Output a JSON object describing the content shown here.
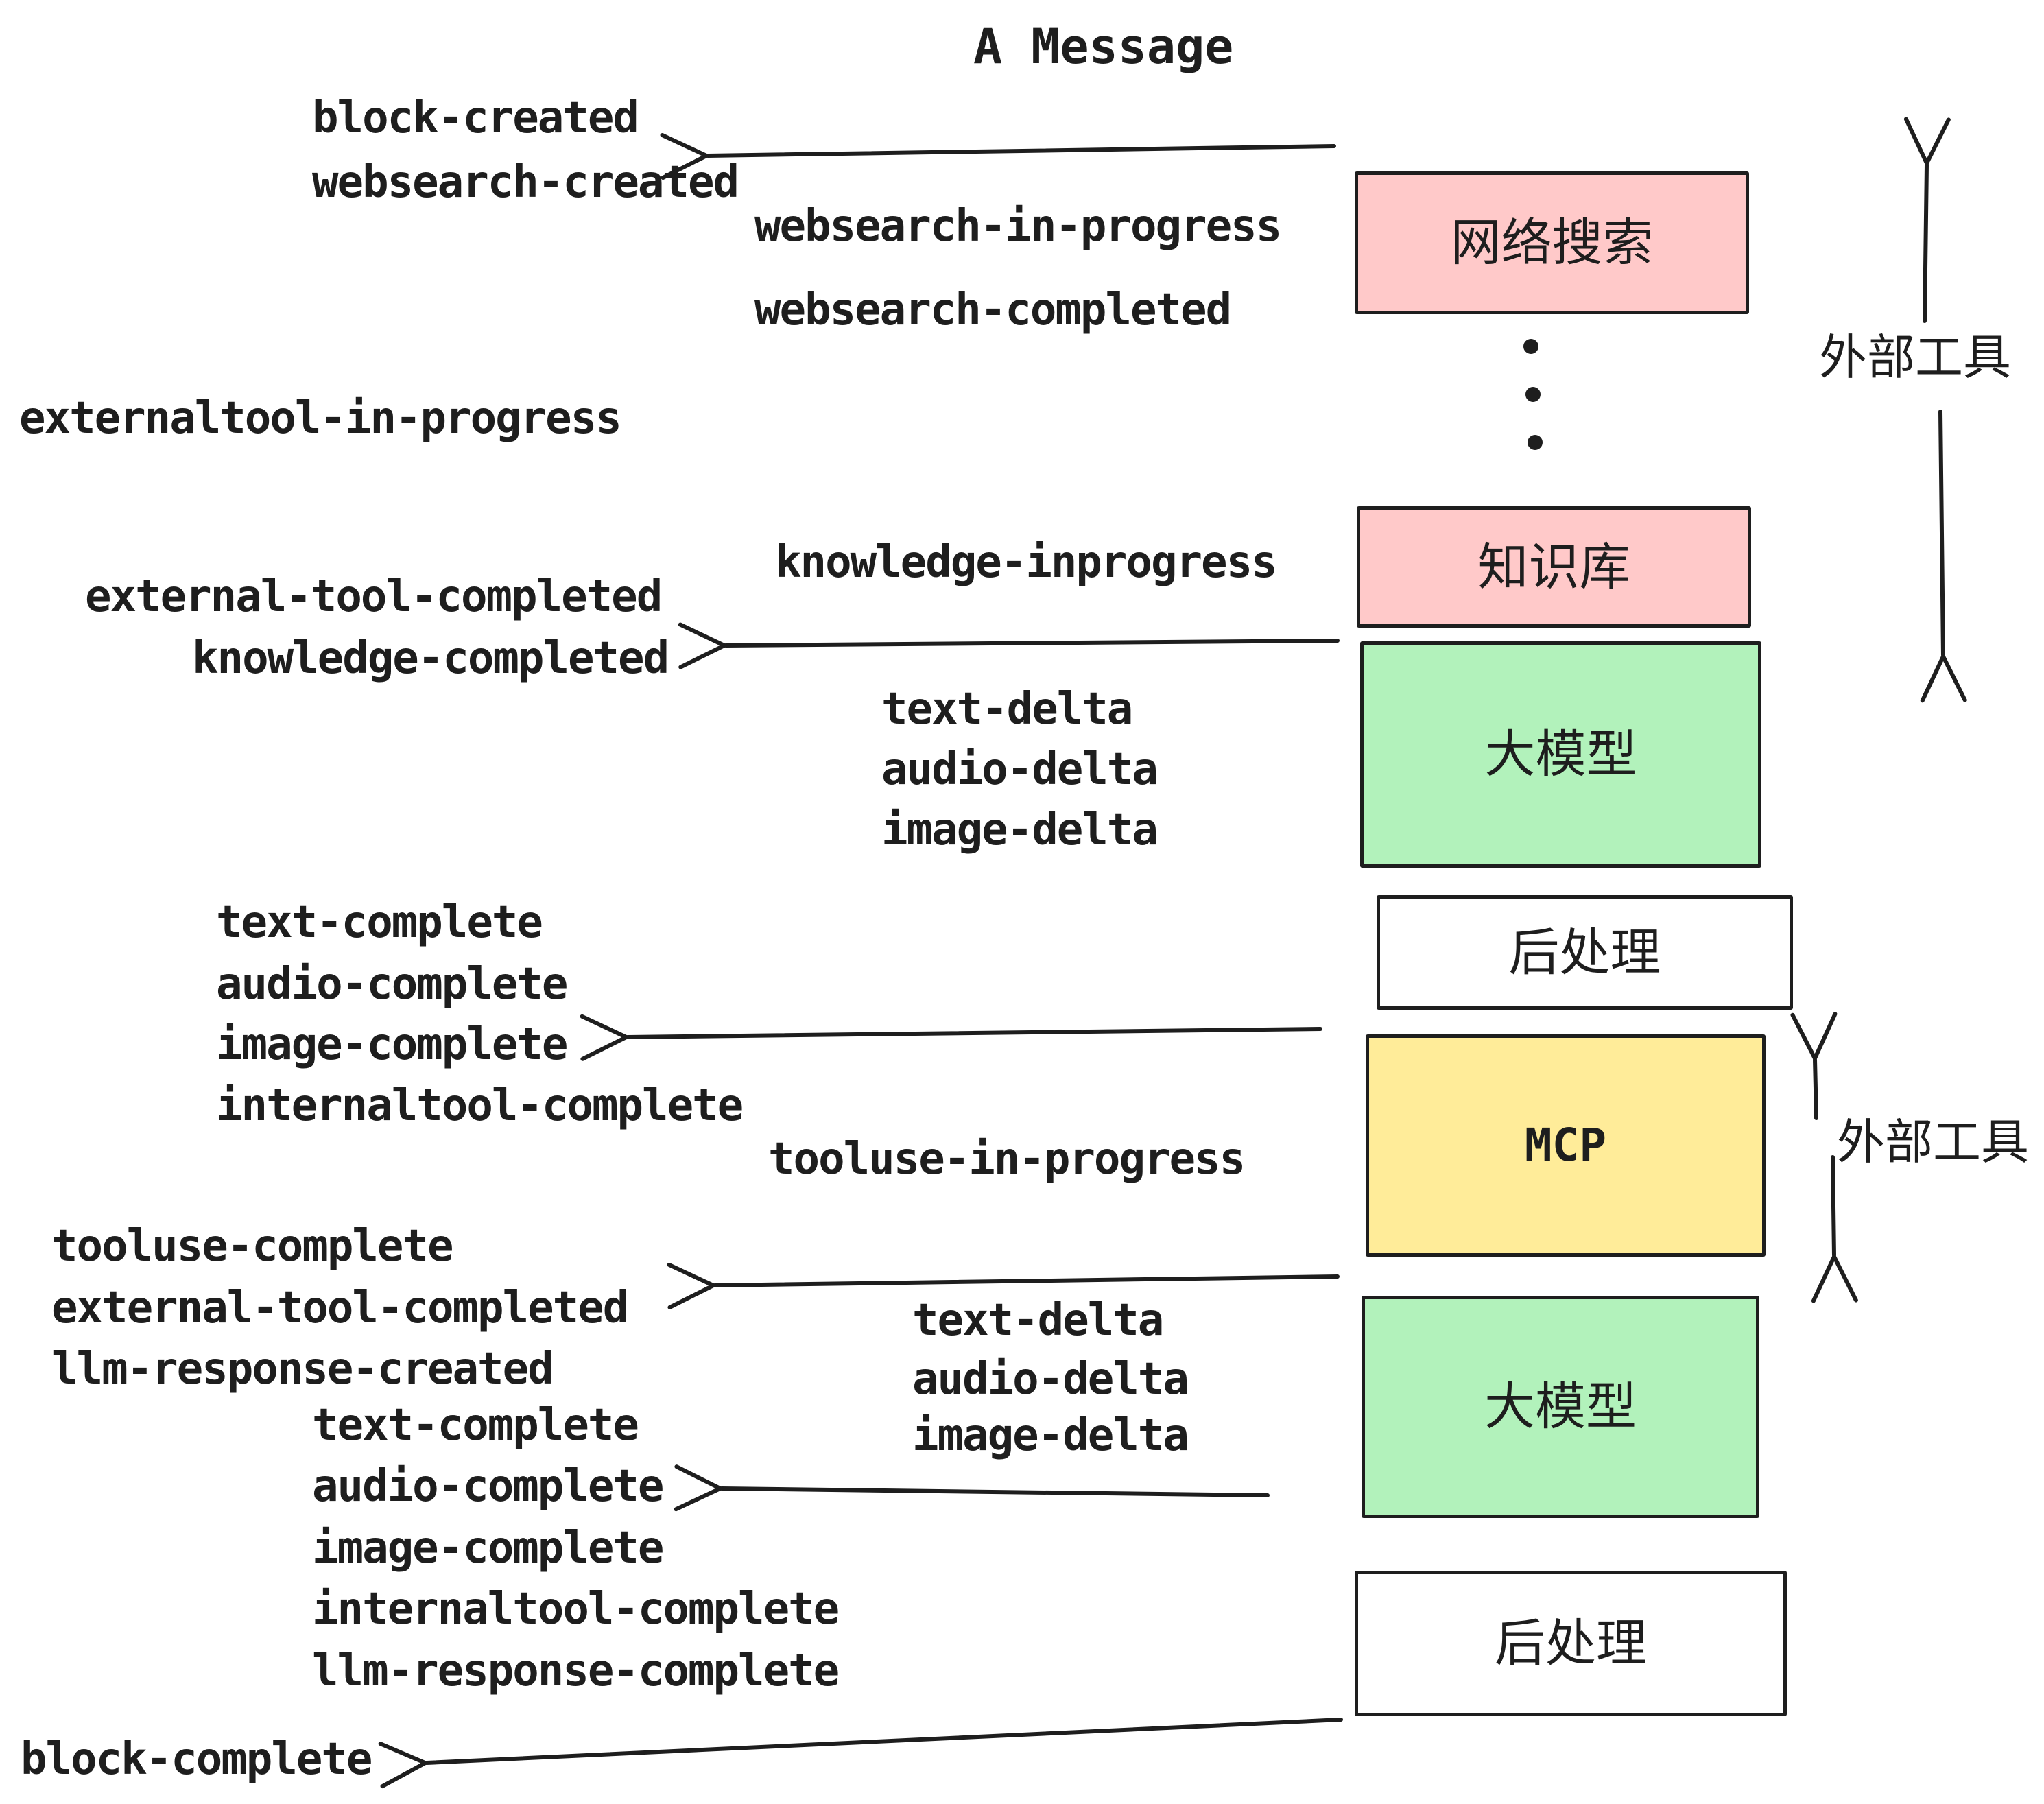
{
  "title": "A Message",
  "events": {
    "block_created": "block-created",
    "websearch_created": "websearch-created",
    "websearch_in_progress": "websearch-in-progress",
    "websearch_completed": "websearch-completed",
    "externaltool_in_progress": "externaltool-in-progress",
    "knowledge_inprogress": "knowledge-inprogress",
    "external_tool_completed": "external-tool-completed",
    "knowledge_completed": "knowledge-completed",
    "deltas_llm1": [
      "text-delta",
      "audio-delta",
      "image-delta"
    ],
    "completes_llm1": [
      "text-complete",
      "audio-complete",
      "image-complete",
      "internaltool-complete"
    ],
    "tooluse_in_progress": "tooluse-in-progress",
    "tooluse_complete": "tooluse-complete",
    "external_tool_completed_2": "external-tool-completed",
    "llm_response_created": "llm-response-created",
    "deltas_llm2": [
      "text-delta",
      "audio-delta",
      "image-delta"
    ],
    "completes_llm2": [
      "text-complete",
      "audio-complete",
      "image-complete",
      "internaltool-complete",
      "llm-response-complete"
    ],
    "block_complete": "block-complete"
  },
  "boxes": {
    "websearch": {
      "label": "网络搜索",
      "fill": "#FFC9C9"
    },
    "knowledge": {
      "label": "知识库",
      "fill": "#FFC9C9"
    },
    "llm_top": {
      "label": "大模型",
      "fill": "#B2F2BB"
    },
    "post_top": {
      "label": "后处理",
      "fill": "#FFFFFF"
    },
    "mcp": {
      "label": "MCP",
      "fill": "#FFEC99"
    },
    "llm_bottom": {
      "label": "大模型",
      "fill": "#B2F2BB"
    },
    "post_bottom": {
      "label": "后处理",
      "fill": "#FFFFFF"
    }
  },
  "side_labels": {
    "external_tools_top": "外部工具",
    "external_tools_mcp": "外部工具"
  },
  "colors": {
    "stroke": "#1E1E1E",
    "background": "#FFFFFF",
    "pink": "#FFC9C9",
    "green": "#B2F2BB",
    "yellow": "#FFEC99"
  }
}
